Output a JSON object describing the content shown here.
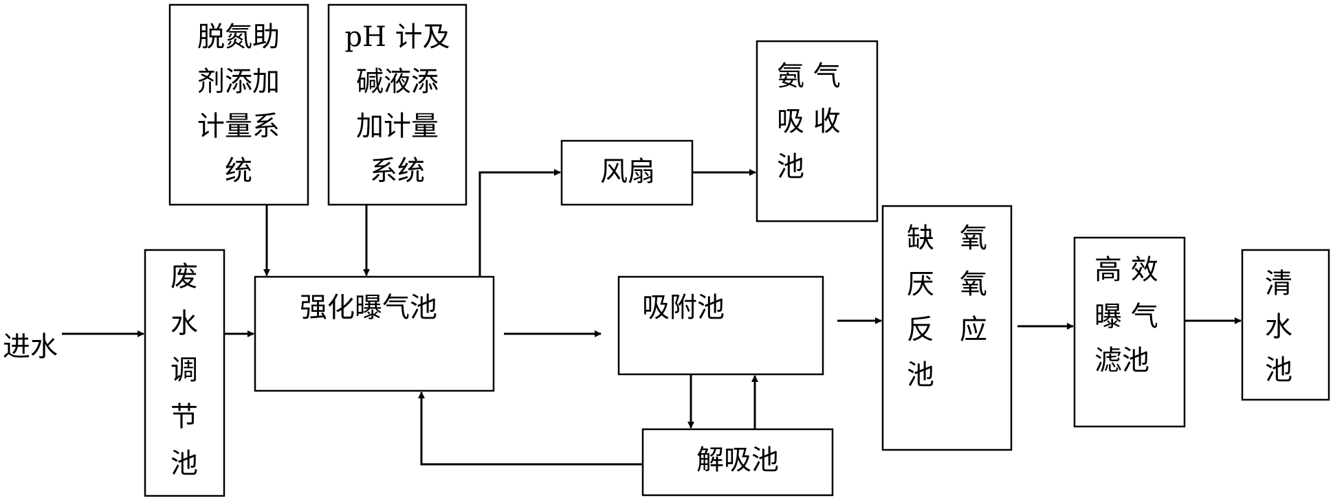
{
  "inlet_label": "进水",
  "nodes": {
    "denitrogen_dosing": [
      "脱氮助",
      "剂添加",
      "计量系",
      "统"
    ],
    "ph_alkali_dosing": [
      "pH 计及",
      "碱液添",
      "加计量",
      "系统"
    ],
    "fan": "风扇",
    "ammonia_absorption": [
      "氨 气",
      "吸 收",
      "池"
    ],
    "regulating_tank": [
      "废",
      "水",
      "调",
      "节",
      "池"
    ],
    "aeration_tank": "强化曝气池",
    "adsorption_tank": "吸附池",
    "desorption_tank": "解吸池",
    "anoxic_anaerobic": [
      "缺",
      "厌",
      "反",
      "池"
    ],
    "anoxic_anaerobic_2": [
      "氧",
      "氧",
      "应"
    ],
    "baf": [
      "高 效",
      "曝 气",
      "滤池"
    ],
    "clear_water": [
      "清",
      "水",
      "池"
    ]
  },
  "colors": {
    "stroke": "#000000",
    "fill": "#ffffff",
    "text": "#000000"
  }
}
